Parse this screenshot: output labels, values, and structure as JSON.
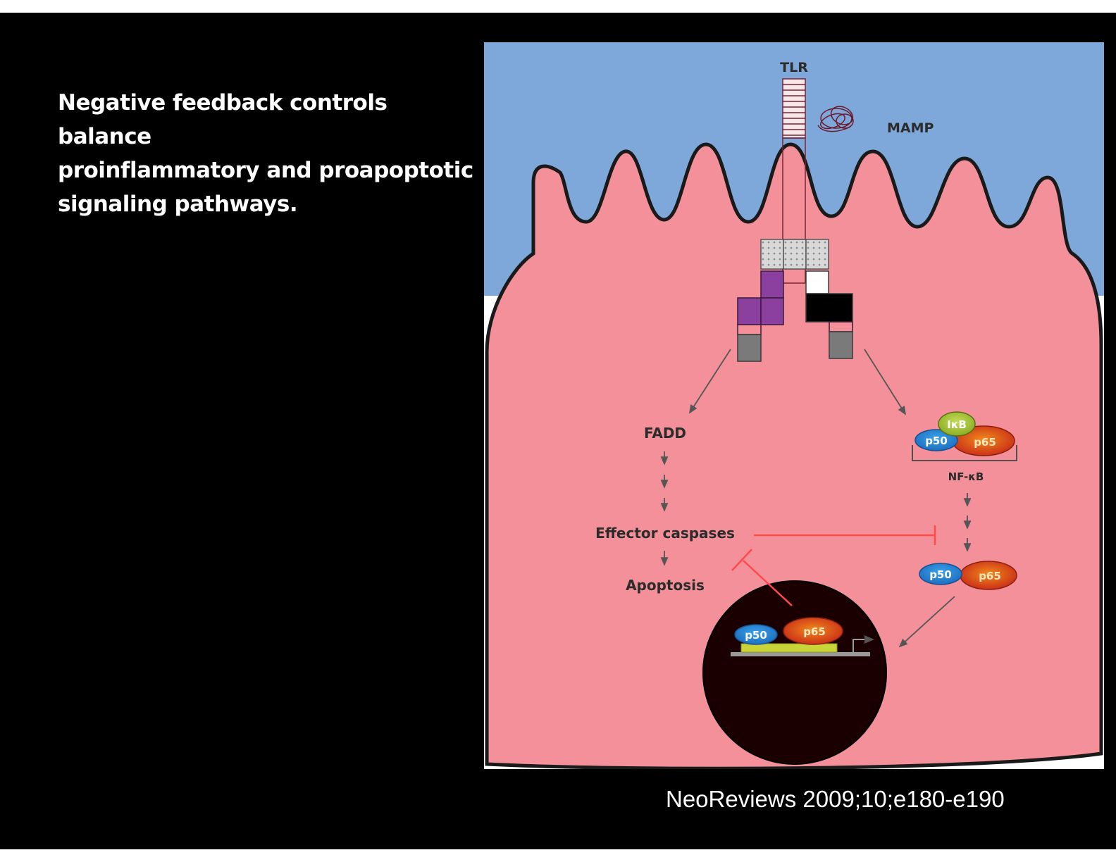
{
  "slide": {
    "title": "Negative feedback controls balance\nproinflammatory and proapoptotic\nsignaling pathways.",
    "citation": "NeoReviews 2009;10;e180-e190"
  },
  "diagram": {
    "labels": {
      "tlr": "TLR",
      "mamp": "MAMP",
      "fadd": "FADD",
      "effector_caspases": "Effector caspases",
      "apoptosis": "Apoptosis",
      "nfkb": "NF-κB",
      "ikb": "IκB",
      "p50": "p50",
      "p65": "p65"
    },
    "colors": {
      "extracellular": "#7fa8da",
      "cytoplasm": "#f3909a",
      "nucleus": "#1a0000",
      "inhibition": "#ff4040",
      "arrow": "#555555",
      "purple_adaptor": "#8b3f9e",
      "grey_block": "#7a7a7a",
      "p50": "#2a8bd6",
      "p65": "#d9401c",
      "ikb": "#a9c83a"
    }
  }
}
